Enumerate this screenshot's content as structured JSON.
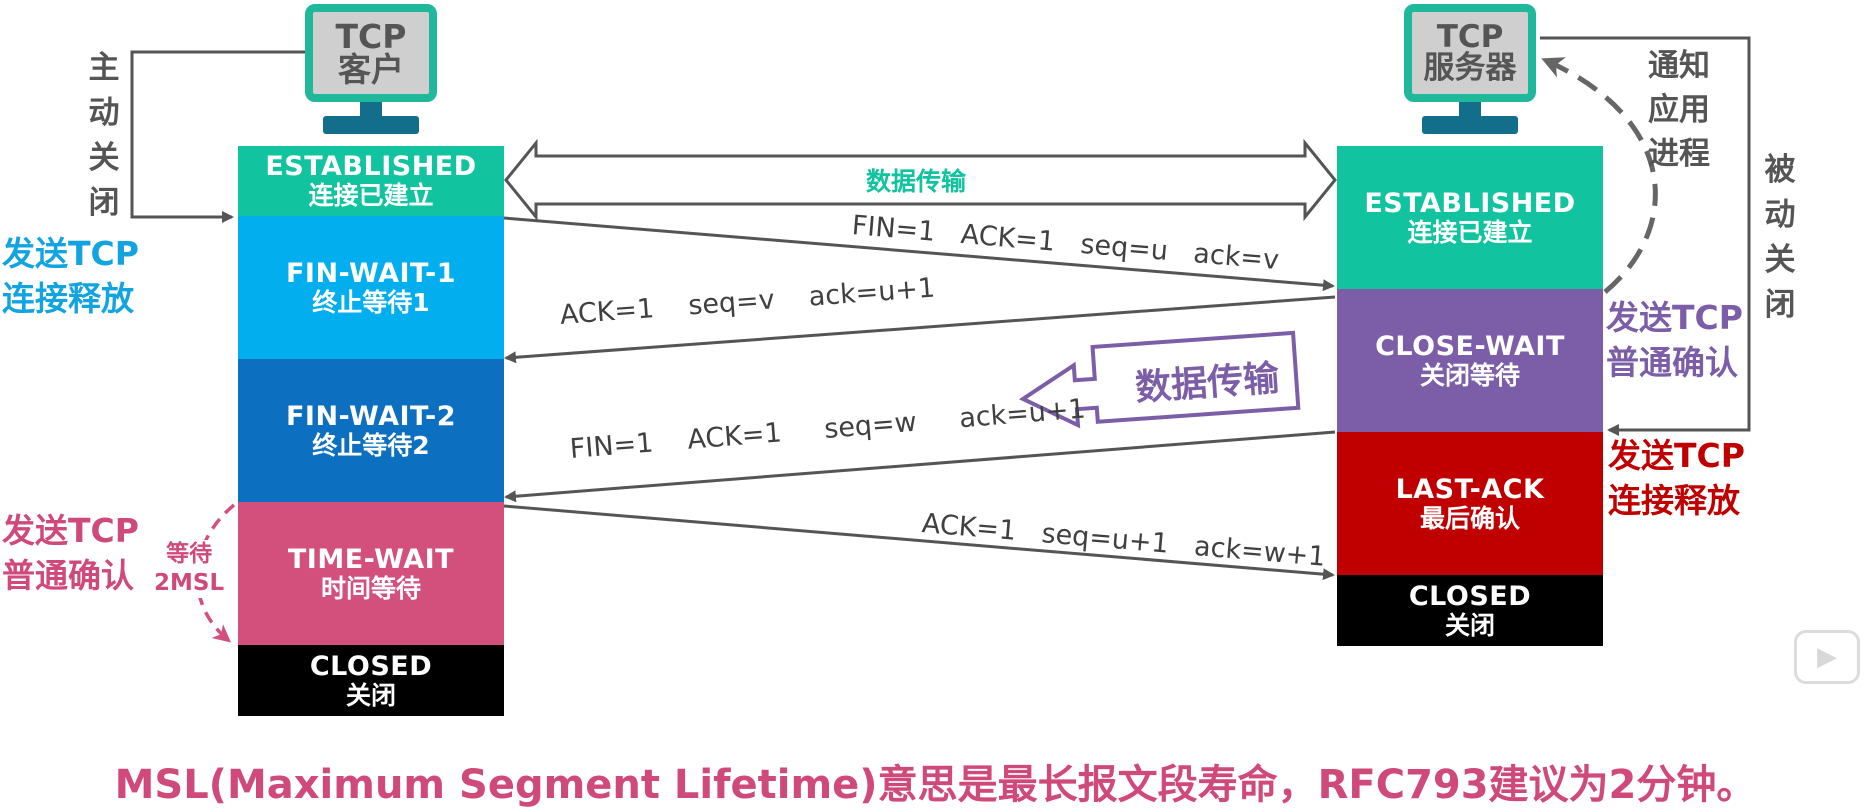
{
  "client": {
    "pc_line1": "TCP",
    "pc_line2": "客户",
    "active_close": [
      "主",
      "动",
      "关",
      "闭"
    ],
    "states": [
      {
        "en": "ESTABLISHED",
        "zh": "连接已建立",
        "color": "#12c3a0"
      },
      {
        "en": "FIN-WAIT-1",
        "zh": "终止等待1",
        "color": "#03aeef"
      },
      {
        "en": "FIN-WAIT-2",
        "zh": "终止等待2",
        "color": "#0c6fc0"
      },
      {
        "en": "TIME-WAIT",
        "zh": "时间等待",
        "color": "#d4507c"
      },
      {
        "en": "CLOSED",
        "zh": "关闭",
        "color": "#000000"
      }
    ],
    "send_fin": {
      "line1": "发送TCP",
      "line2": "连接释放",
      "color": "#12a4e0"
    },
    "send_ack": {
      "line1": "发送TCP",
      "line2": "普通确认",
      "color": "#cf4a7a"
    },
    "wait_label": {
      "line1": "等待",
      "line2": "2MSL"
    }
  },
  "server": {
    "pc_line1": "TCP",
    "pc_line2": "服务器",
    "notify_app": [
      "通知",
      "应用",
      "进程"
    ],
    "passive_close": [
      "被",
      "动",
      "关",
      "闭"
    ],
    "states": [
      {
        "en": "ESTABLISHED",
        "zh": "连接已建立",
        "color": "#12c3a0"
      },
      {
        "en": "CLOSE-WAIT",
        "zh": "关闭等待",
        "color": "#7b5ea7"
      },
      {
        "en": "LAST-ACK",
        "zh": "最后确认",
        "color": "#c00000"
      },
      {
        "en": "CLOSED",
        "zh": "关闭",
        "color": "#000000"
      }
    ],
    "send_ack": {
      "line1": "发送TCP",
      "line2": "普通确认",
      "color": "#7b5ea7"
    },
    "send_fin": {
      "line1": "发送TCP",
      "line2": "连接释放",
      "color": "#c00000"
    }
  },
  "data_transfer_top": "数据传输",
  "data_transfer_mid": "数据传输",
  "messages": {
    "m1": "FIN=1   ACK=1   seq=u   ack=v",
    "m2": "ACK=1    seq=v    ack=u+1",
    "m3": "FIN=1    ACK=1     seq=w     ack=u+1",
    "m4": "ACK=1   seq=u+1   ack=w+1"
  },
  "footnote": "MSL(Maximum Segment Lifetime)意思是最长报文段寿命，RFC793建议为2分钟。"
}
